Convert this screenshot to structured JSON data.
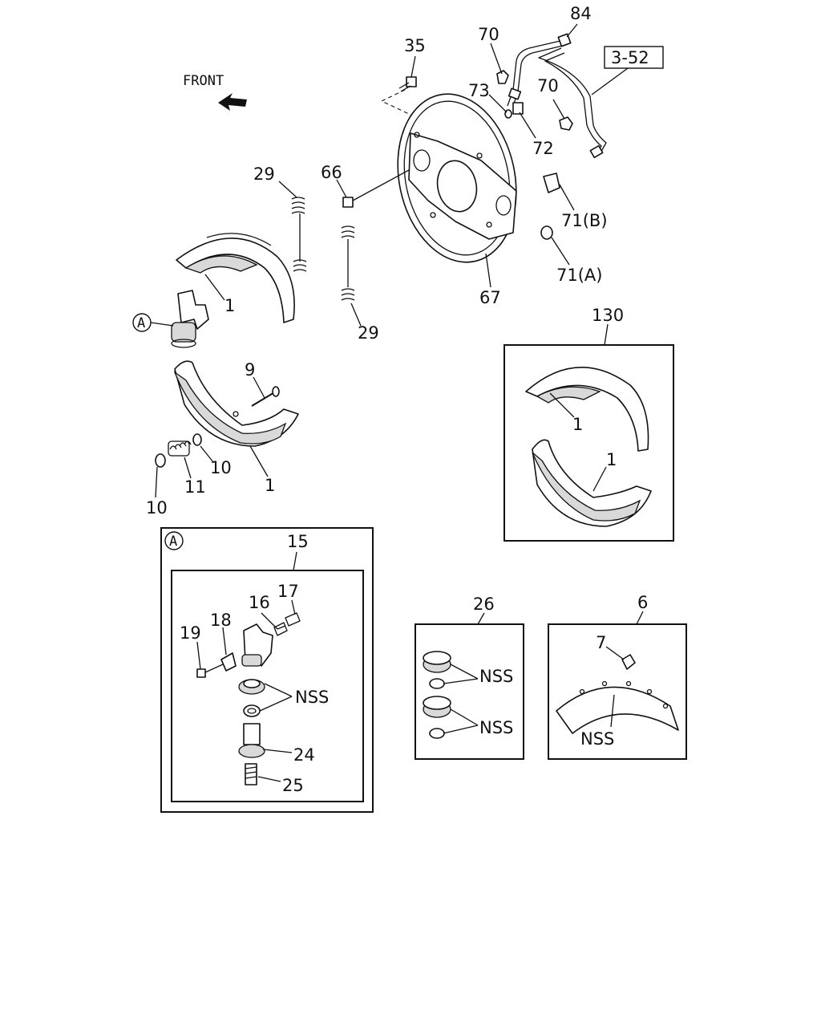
{
  "diagram": {
    "front_label": "FRONT",
    "ref_label": "3-52",
    "callouts": {
      "c84": "84",
      "c70a": "70",
      "c70b": "70",
      "c35": "35",
      "c73": "73",
      "c72": "72",
      "c66": "66",
      "c71b": "71(B)",
      "c71a": "71(A)",
      "c67": "67",
      "c29a": "29",
      "c29b": "29",
      "c1a": "1",
      "c1b": "1",
      "c9": "9",
      "c10a": "10",
      "c10b": "10",
      "c11": "11",
      "c130": "130",
      "c1c": "1",
      "c1d": "1",
      "c15": "15",
      "c17": "17",
      "c16": "16",
      "c18": "18",
      "c19": "19",
      "c24": "24",
      "c25": "25",
      "c26": "26",
      "c6": "6",
      "c7": "7",
      "nss1": "NSS",
      "nss2": "NSS",
      "nss3": "NSS",
      "nss4": "NSS"
    },
    "circle_marker": "A",
    "circle_marker_box": "A"
  }
}
